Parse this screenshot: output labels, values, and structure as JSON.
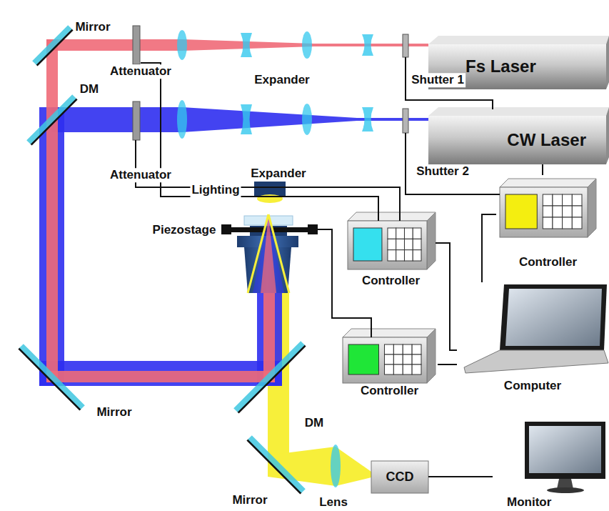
{
  "diagram": {
    "nodes": [
      {
        "text": [
          "Fs Laser"
        ]
      },
      {
        "text": [
          "CW Laser"
        ]
      },
      {
        "text": [
          "Controller"
        ]
      },
      {
        "text": [
          "Controller"
        ]
      },
      {
        "text": [
          "Controller"
        ]
      },
      {
        "text": [
          "Computer"
        ]
      },
      {
        "text": [
          "CCD"
        ]
      },
      {
        "text": [
          "Monitor"
        ]
      }
    ],
    "edges": [
      {
        "from": 1,
        "to": 3,
        "arrow": "none"
      },
      {
        "from": 2,
        "to": 5,
        "arrow": "none"
      },
      {
        "from": 3,
        "to": 5,
        "arrow": "none"
      },
      {
        "from": 4,
        "to": 5,
        "arrow": "none"
      },
      {
        "from": 6,
        "to": 7,
        "arrow": "none"
      }
    ],
    "labels": [
      "Mirror",
      "Attenuator",
      "Expander",
      "Shutter 1",
      "DM",
      "Attenuator",
      "Expander",
      "Shutter 2",
      "Lighting",
      "Piezostage",
      "Mirror",
      "DM",
      "Mirror",
      "Lens"
    ]
  }
}
